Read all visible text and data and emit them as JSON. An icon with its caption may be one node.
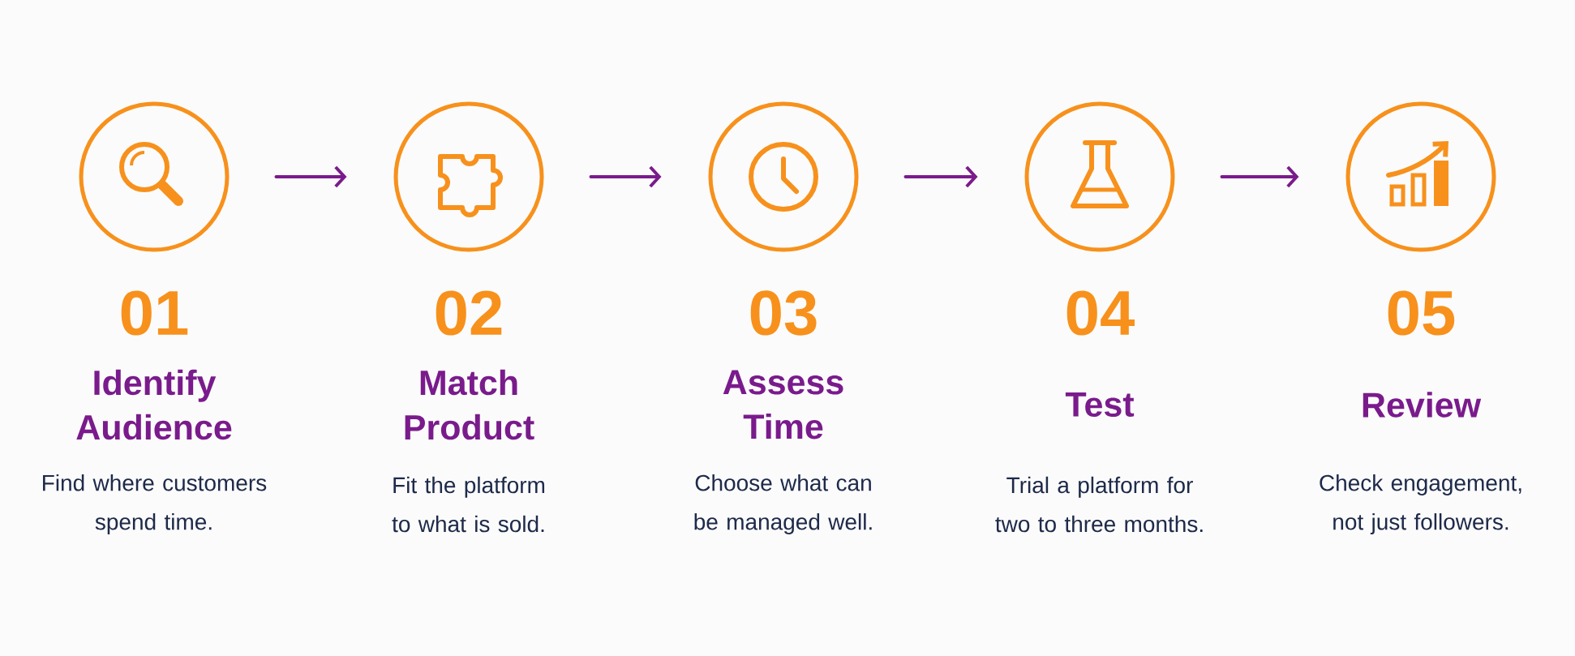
{
  "diagram": {
    "nodes": [
      {
        "text": [
          "01",
          "Identify Audience"
        ]
      },
      {
        "text": [
          "02",
          "Match Product"
        ]
      },
      {
        "text": [
          "03",
          "Assess Time"
        ]
      },
      {
        "text": [
          "04",
          "Test"
        ]
      },
      {
        "text": [
          "05",
          "Review"
        ]
      }
    ],
    "edges": [
      {
        "from": 0,
        "to": 1,
        "arrow": "to"
      },
      {
        "from": 1,
        "to": 2,
        "arrow": "to"
      },
      {
        "from": 2,
        "to": 3,
        "arrow": "to"
      },
      {
        "from": 3,
        "to": 4,
        "arrow": "to"
      }
    ],
    "labels": [
      "Find where customers spend time.",
      "Fit the platform to what is sold.",
      "Choose what can be managed well.",
      "Trial a platform for two to three months.",
      "Check engagement, not just followers."
    ]
  }
}
